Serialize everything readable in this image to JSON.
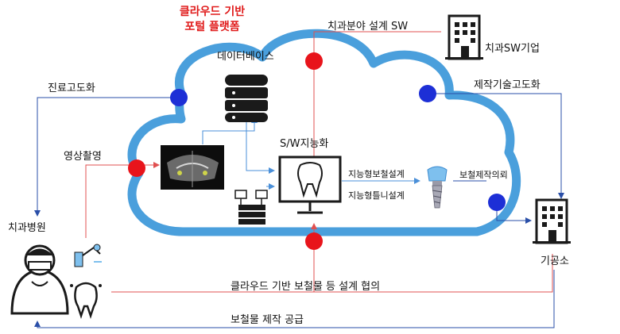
{
  "platform_title_line1": "클라우드 기반",
  "platform_title_line2": "포털 플랫폼",
  "labels": {
    "sw_design": "치과분야 설계 SW",
    "sw_company": "치과SW기업",
    "database": "데이터베이스",
    "treatment": "진료고도화",
    "manufacturing": "제작기술고도화",
    "imaging": "영상촬영",
    "sw_intelligence": "S/W지능화",
    "smart_prosthesis": "지능형보철설계",
    "smart_denture": "지능형틀니설계",
    "prosthesis_request": "보철제작의뢰",
    "dental_hospital": "치과병원",
    "dental_lab": "기공소",
    "cloud_consult": "클라우드 기반 보철물 등 설계 협의",
    "supply": "보철물 제작 공급"
  },
  "colors": {
    "cloud": "#4a9fdc",
    "red_node": "#e8141b",
    "blue_node": "#1d2fd6",
    "arrow_blue": "#4a8fd8",
    "arrow_red": "#e05050",
    "title_red": "#e01b1b"
  }
}
